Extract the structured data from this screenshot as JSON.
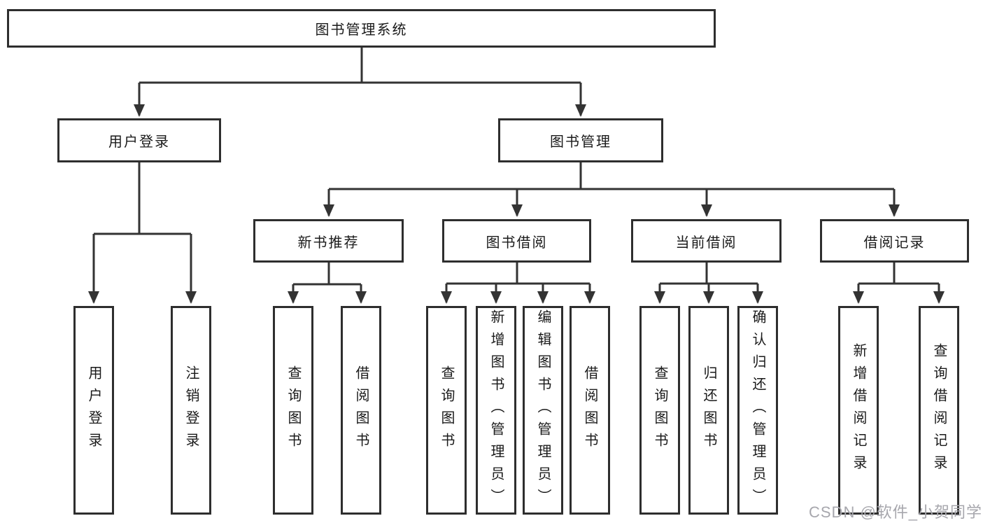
{
  "diagram": {
    "type": "hierarchy-diagram",
    "root": {
      "label": "图书管理系统"
    },
    "children": [
      {
        "label": "用户登录",
        "children": [
          {
            "label": "用户登录"
          },
          {
            "label": "注销登录"
          }
        ]
      },
      {
        "label": "图书管理",
        "children": [
          {
            "label": "新书推荐",
            "children": [
              {
                "label": "查询图书"
              },
              {
                "label": "借阅图书"
              }
            ]
          },
          {
            "label": "图书借阅",
            "children": [
              {
                "label": "查询图书"
              },
              {
                "label": "新增图书（管理员）"
              },
              {
                "label": "编辑图书（管理员）"
              },
              {
                "label": "借阅图书"
              }
            ]
          },
          {
            "label": "当前借阅",
            "children": [
              {
                "label": "查询图书"
              },
              {
                "label": "归还图书"
              },
              {
                "label": "确认归还（管理员）"
              }
            ]
          },
          {
            "label": "借阅记录",
            "children": [
              {
                "label": "新增借阅记录"
              },
              {
                "label": "查询借阅记录"
              }
            ]
          }
        ]
      }
    ],
    "watermark": "CSDN @软件_小贺同学",
    "colors": {
      "line": "#333333",
      "box_border": "#2e2e2e",
      "box_bg": "#ffffff",
      "text": "#1a1a1a",
      "watermark": "#a7a7ad",
      "background": "#ffffff"
    }
  }
}
